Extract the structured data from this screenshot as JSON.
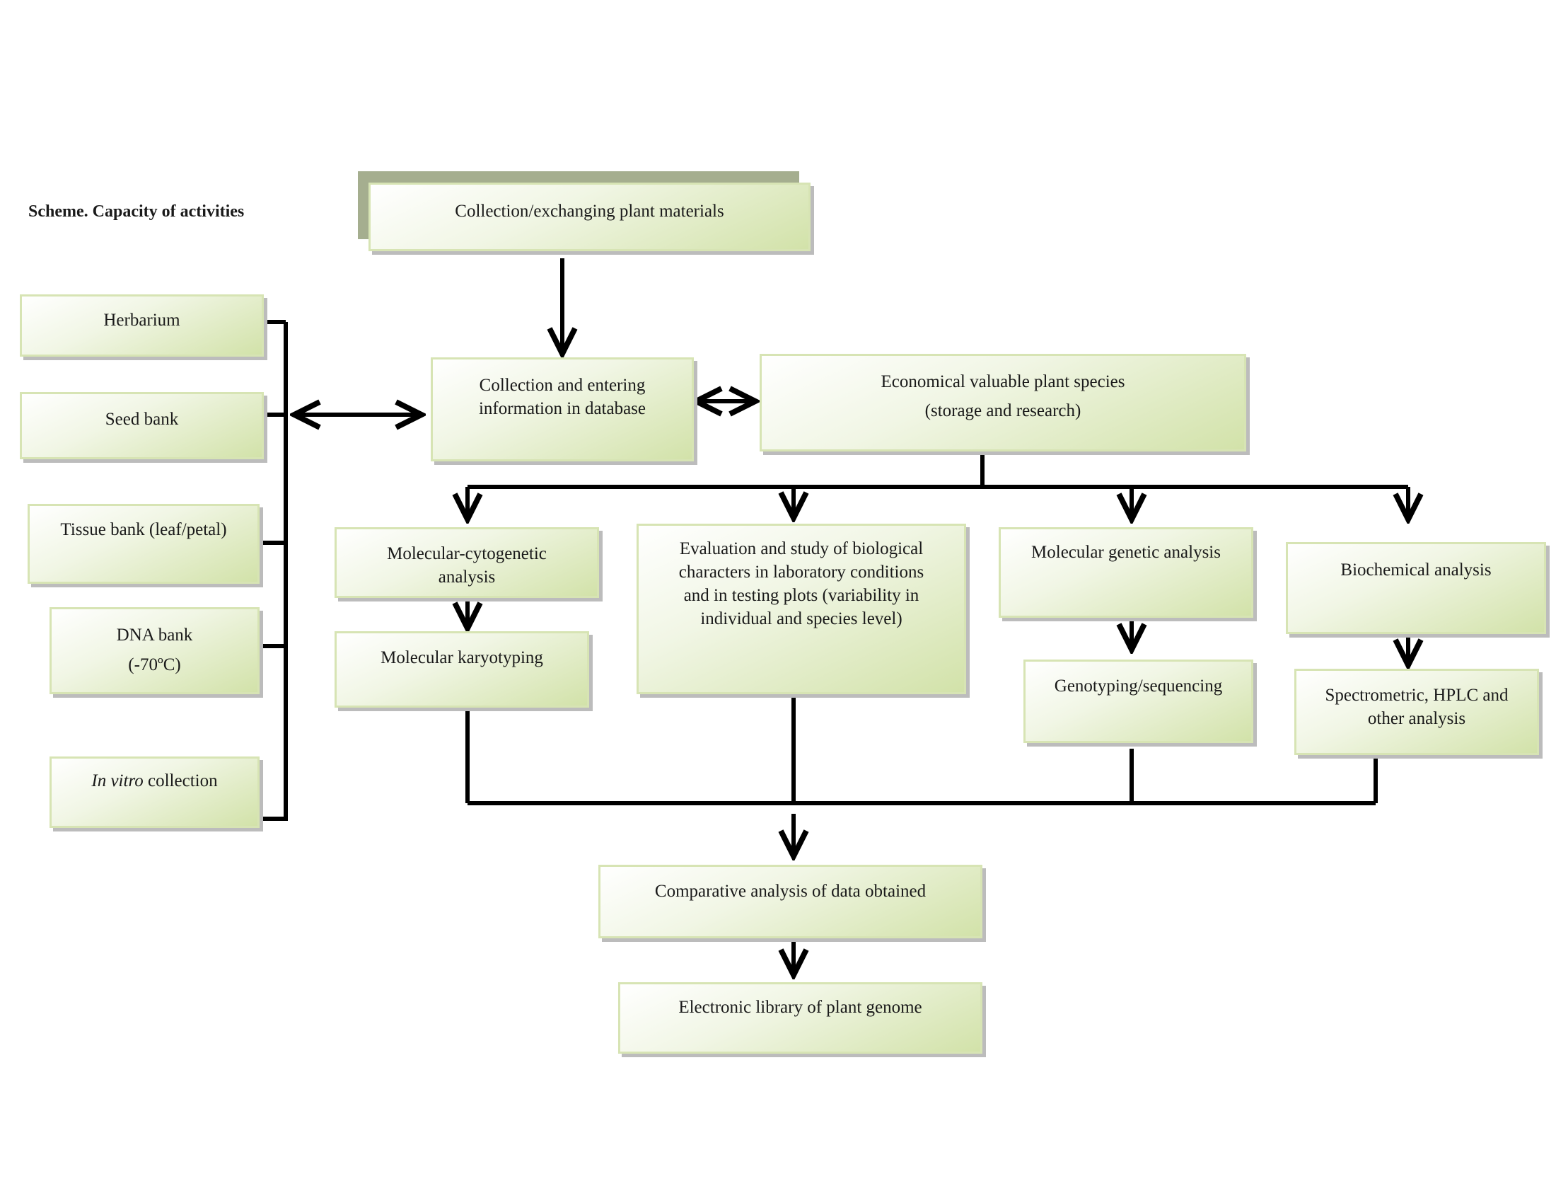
{
  "title": "Scheme. Capacity of activities",
  "nodes": {
    "collection_exchanging": "Collection/exchanging plant materials",
    "herbarium": "Herbarium",
    "seed_bank": "Seed bank",
    "tissue_bank": "Tissue bank (leaf/petal)",
    "dna_bank_line1": "DNA bank",
    "dna_bank_line2": "(-70ºC)",
    "in_vitro_italic": "In vitro",
    "in_vitro_rest": " collection",
    "database": "Collection and entering\ninformation in database",
    "economical_line1": "Economical valuable plant species",
    "economical_line2": "(storage and research)",
    "molecular_cytogenetic": "Molecular-cytogenetic\nanalysis",
    "molecular_karyotyping": "Molecular karyotyping",
    "evaluation": "Evaluation and study of biological\ncharacters in laboratory conditions\nand in testing plots (variability in\nindividual and species level)",
    "molecular_genetic": "Molecular genetic analysis",
    "genotyping": "Genotyping/sequencing",
    "biochemical": "Biochemical analysis",
    "spectrometric": "Spectrometric, HPLC and\nother analysis",
    "comparative": "Comparative analysis of data obtained",
    "electronic_library": "Electronic library of plant genome"
  }
}
